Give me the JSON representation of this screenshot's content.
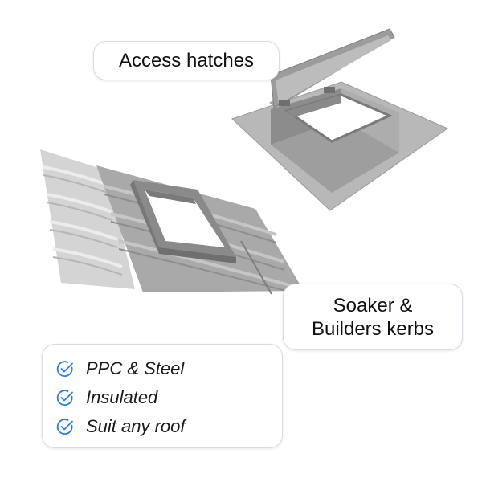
{
  "labels": {
    "access_hatches": "Access hatches",
    "soaker_line1": "Soaker &",
    "soaker_line2": "Builders kerbs"
  },
  "features": [
    {
      "icon": "check-circle-icon",
      "text": "PPC & Steel"
    },
    {
      "icon": "check-circle-icon",
      "text": "Insulated"
    },
    {
      "icon": "check-circle-icon",
      "text": "Suit any roof"
    }
  ],
  "colors": {
    "check_icon": "#2f7fd6",
    "metal_light": "#c9c9c9",
    "metal_dark": "#7a7a7a"
  }
}
